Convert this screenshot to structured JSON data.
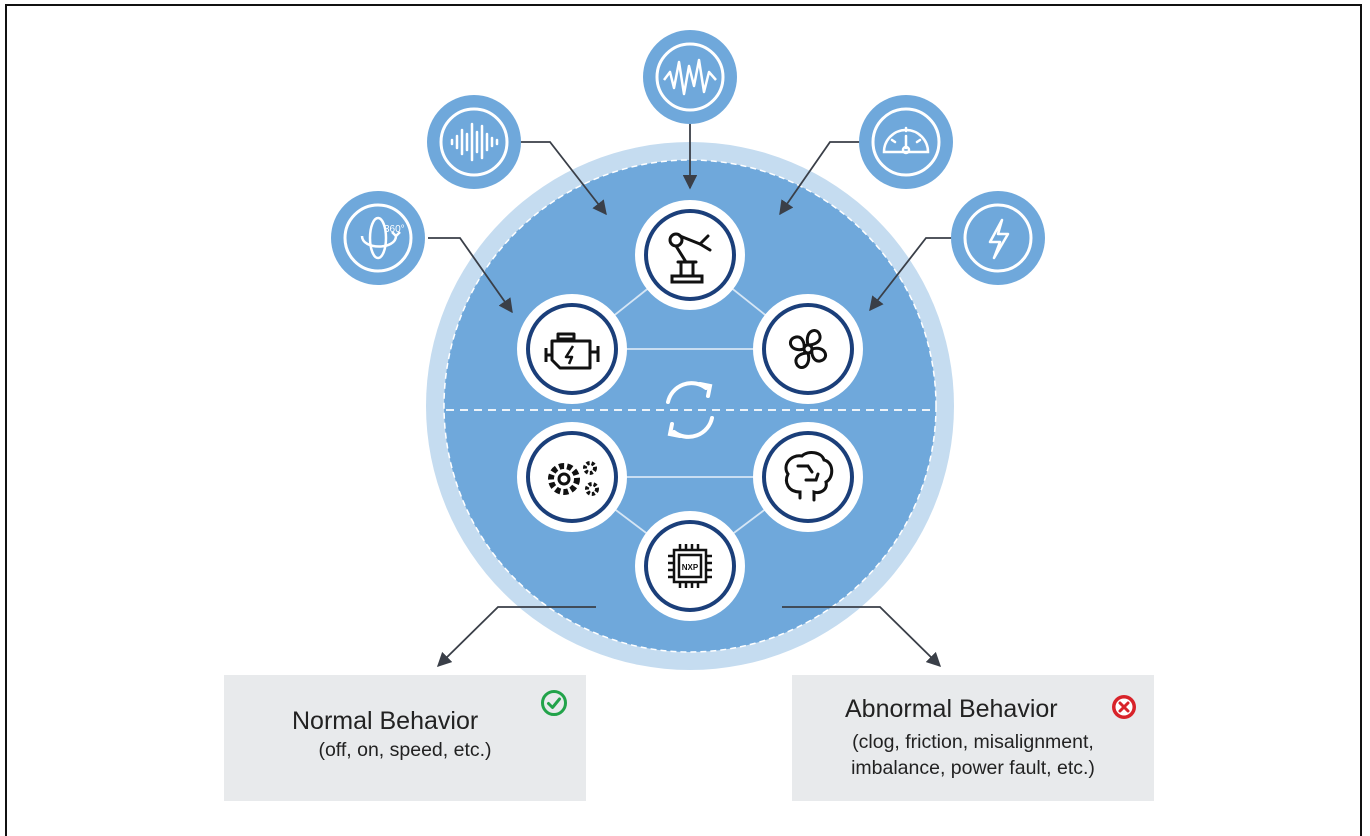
{
  "outcomes": {
    "normal": {
      "title": "Normal Behavior",
      "subtitle": "(off, on, speed, etc.)",
      "status_icon": "check-circle-icon",
      "status_color": "#22a34a"
    },
    "abnormal": {
      "title": "Abnormal Behavior",
      "subtitle_line1": "(clog, friction, misalignment,",
      "subtitle_line2": "imbalance, power fault, etc.)",
      "status_icon": "x-circle-icon",
      "status_color": "#d8232a"
    }
  },
  "sensor_icons": [
    "rotation-360-icon",
    "audio-waveform-icon",
    "vibration-signal-icon",
    "speedometer-icon",
    "power-bolt-icon"
  ],
  "machine_icons": [
    "robot-arm-icon",
    "engine-icon",
    "fan-icon",
    "gears-icon",
    "ai-brain-icon",
    "microcontroller-chip-icon"
  ],
  "center_icon": "refresh-cycle-icon",
  "chip_label": "NXP",
  "colors": {
    "circle_fill": "#6fa8db",
    "circle_ring": "#c5dcf0",
    "node_ring": "#1b3f7a",
    "sensor_fill": "#6fa8db",
    "arrow": "#3a3f48",
    "box_fill": "#e8eaec"
  }
}
